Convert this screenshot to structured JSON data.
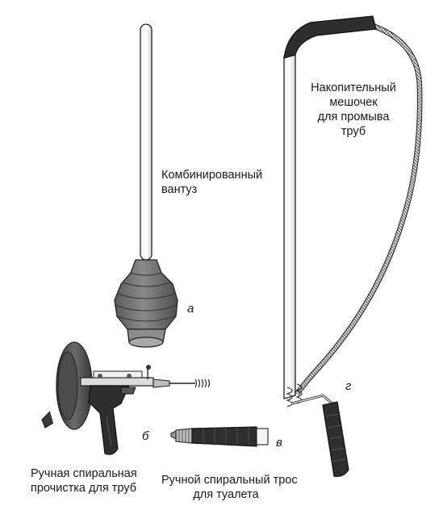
{
  "labels": {
    "plunger": [
      "Комбинированный",
      "вантуз"
    ],
    "bag": [
      "Накопительный",
      "мешочек",
      "для промыва",
      "труб"
    ],
    "hand_auger": [
      "Ручная спиральная",
      "прочистка для труб"
    ],
    "toilet_cable": [
      "Ручной спиральный трос",
      "для туалета"
    ]
  },
  "letters": {
    "a": "а",
    "b": "б",
    "v": "в",
    "g": "г"
  },
  "colors": {
    "rubber": "#6e6e6e",
    "rubber_dark": "#4a4a4a",
    "grip": "#2e2e2e",
    "outline": "#222222"
  },
  "tools": {
    "plunger": "plunger-icon",
    "hand_auger": "drain-auger-icon",
    "toilet_cable": "toilet-auger-icon",
    "closet_auger": "closet-auger-icon"
  }
}
